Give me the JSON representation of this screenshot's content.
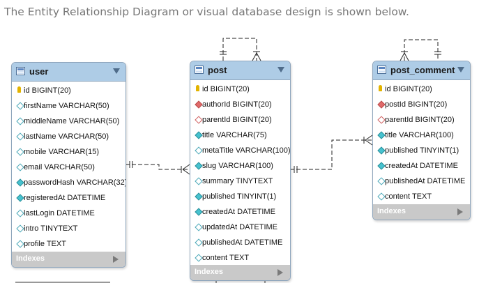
{
  "caption": "The Entity Relationship Diagram or visual database design is shown below.",
  "tables": {
    "user": {
      "title": "user",
      "indexes_label": "Indexes",
      "columns": [
        {
          "text": "id BIGINT(20)",
          "kind": "primary-key"
        },
        {
          "text": "firstName VARCHAR(50)",
          "kind": "nullable"
        },
        {
          "text": "middleName VARCHAR(50)",
          "kind": "nullable"
        },
        {
          "text": "lastName VARCHAR(50)",
          "kind": "nullable"
        },
        {
          "text": "mobile VARCHAR(15)",
          "kind": "nullable"
        },
        {
          "text": "email VARCHAR(50)",
          "kind": "nullable"
        },
        {
          "text": "passwordHash VARCHAR(32)",
          "kind": "not-null"
        },
        {
          "text": "registeredAt DATETIME",
          "kind": "not-null"
        },
        {
          "text": "lastLogin DATETIME",
          "kind": "nullable"
        },
        {
          "text": "intro TINYTEXT",
          "kind": "nullable"
        },
        {
          "text": "profile TEXT",
          "kind": "nullable"
        }
      ]
    },
    "post": {
      "title": "post",
      "indexes_label": "Indexes",
      "columns": [
        {
          "text": "id BIGINT(20)",
          "kind": "primary-key"
        },
        {
          "text": "authorId BIGINT(20)",
          "kind": "foreign-key"
        },
        {
          "text": "parentId BIGINT(20)",
          "kind": "foreign-key-nullable"
        },
        {
          "text": "title VARCHAR(75)",
          "kind": "not-null"
        },
        {
          "text": "metaTitle VARCHAR(100)",
          "kind": "nullable"
        },
        {
          "text": "slug VARCHAR(100)",
          "kind": "not-null"
        },
        {
          "text": "summary TINYTEXT",
          "kind": "nullable"
        },
        {
          "text": "published TINYINT(1)",
          "kind": "not-null"
        },
        {
          "text": "createdAt DATETIME",
          "kind": "not-null"
        },
        {
          "text": "updatedAt DATETIME",
          "kind": "nullable"
        },
        {
          "text": "publishedAt DATETIME",
          "kind": "nullable"
        },
        {
          "text": "content TEXT",
          "kind": "nullable"
        }
      ]
    },
    "post_comment": {
      "title": "post_comment",
      "indexes_label": "Indexes",
      "columns": [
        {
          "text": "id BIGINT(20)",
          "kind": "primary-key"
        },
        {
          "text": "postId BIGINT(20)",
          "kind": "foreign-key"
        },
        {
          "text": "parentId BIGINT(20)",
          "kind": "foreign-key-nullable"
        },
        {
          "text": "title VARCHAR(100)",
          "kind": "not-null"
        },
        {
          "text": "published TINYINT(1)",
          "kind": "not-null"
        },
        {
          "text": "createdAt DATETIME",
          "kind": "not-null"
        },
        {
          "text": "publishedAt DATETIME",
          "kind": "nullable"
        },
        {
          "text": "content TEXT",
          "kind": "nullable"
        }
      ]
    }
  },
  "relationships": [
    {
      "from": "user",
      "to": "post",
      "style": "one-to-many"
    },
    {
      "from": "post",
      "to": "post_comment",
      "style": "one-to-many"
    },
    {
      "from": "post",
      "to": "post",
      "style": "self-reference"
    },
    {
      "from": "post_comment",
      "to": "post_comment",
      "style": "self-reference"
    }
  ],
  "colors": {
    "header": "#aecce6",
    "border": "#8fa6bd",
    "footer": "#c9c9c9",
    "primary_key": "#e2b300",
    "not_null": "#46c2cf",
    "foreign_key": "#e06a6a"
  }
}
